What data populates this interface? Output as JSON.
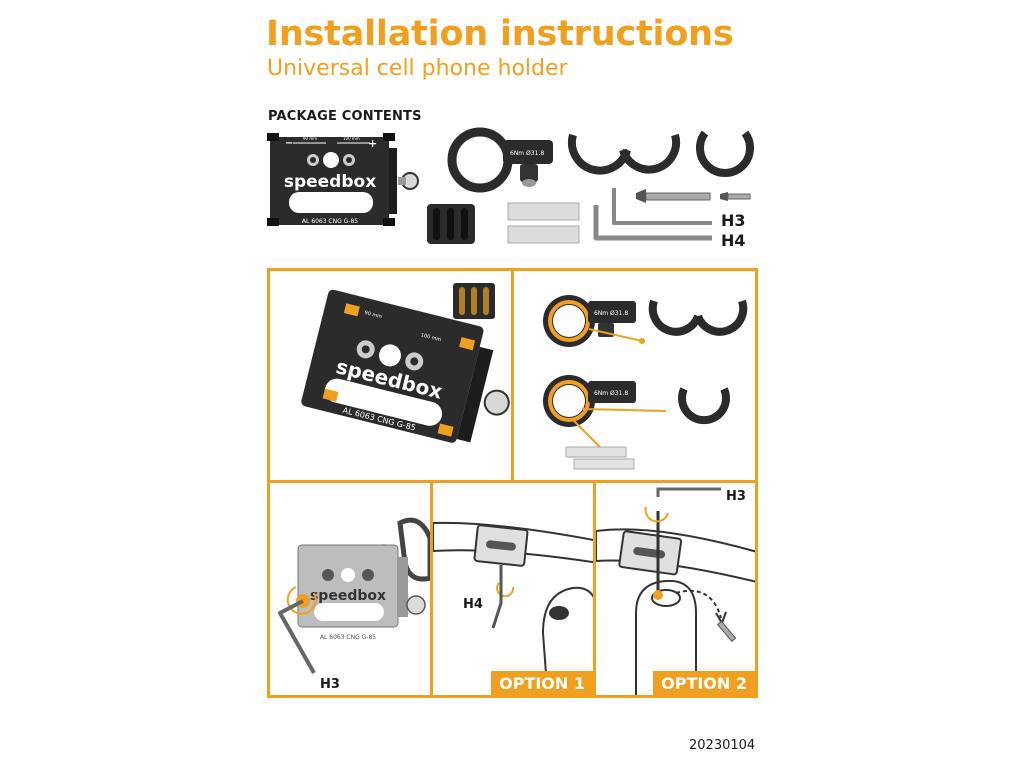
{
  "header": {
    "title": "Installation instructions",
    "subtitle": "Universal cell phone holder"
  },
  "package": {
    "label": "PACKAGE CONTENTS",
    "holder_brand": "speedbox",
    "holder_engraving": "AL 6063 CNG G-85",
    "holder_dim_left": "90 mm",
    "holder_dim_right": "100 mm",
    "torque_marking": "6Nm Ø31.8",
    "tool_h3": "H3",
    "tool_h4": "H4"
  },
  "steps": {
    "step1": {
      "brand": "speedbox",
      "engraving": "AL 6063 CNG G-85",
      "dim_left": "90 mm",
      "dim_right": "100 mm"
    },
    "step2": {
      "torque_top": "6Nm Ø31.8",
      "torque_bottom": "6Nm Ø31.8"
    },
    "step3": {
      "brand": "speedbox",
      "engraving": "AL 6063 CNG G-85",
      "tool": "H3"
    },
    "step4": {
      "tool": "H4",
      "option": "OPTION 1"
    },
    "step5": {
      "tool": "H3",
      "option": "OPTION 2"
    }
  },
  "footer": {
    "date_code": "20230104"
  },
  "colors": {
    "accent": "#f0a01e",
    "dark": "#2b2b2b",
    "metal": "#bdbdbd"
  }
}
